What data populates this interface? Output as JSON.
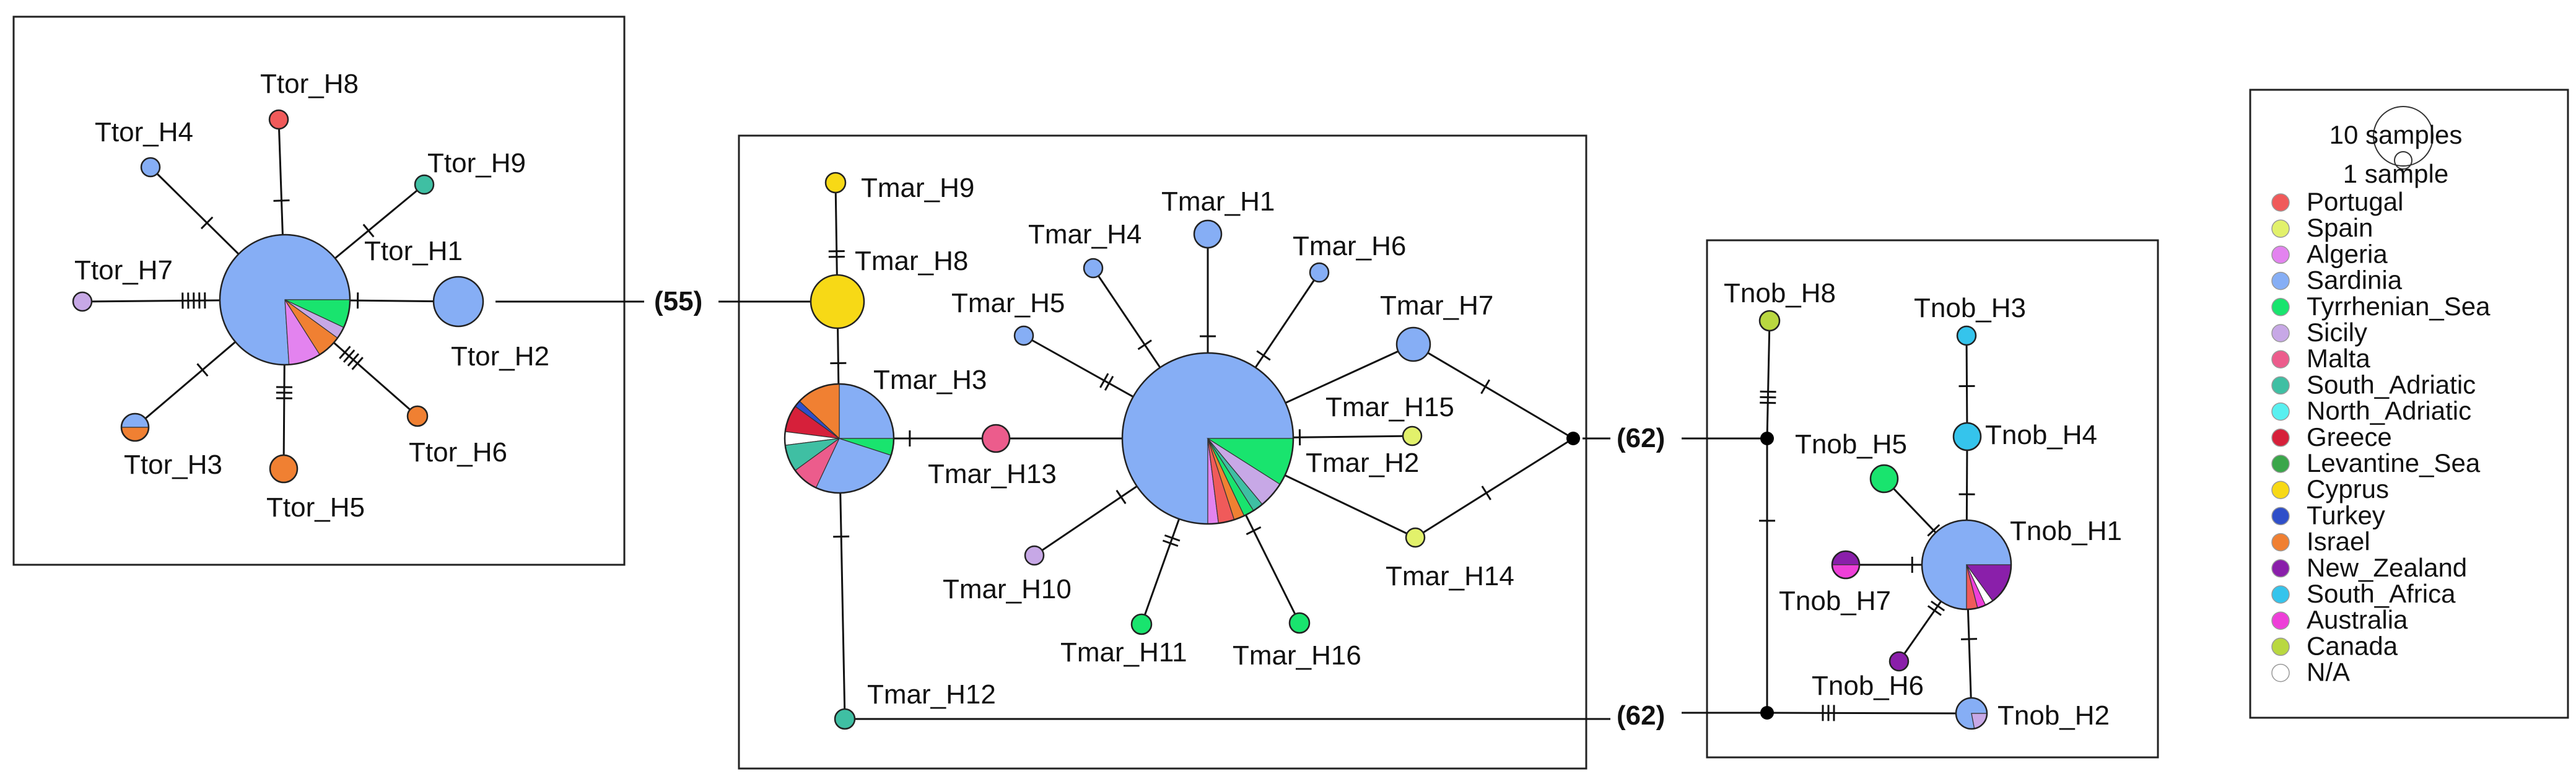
{
  "colors": {
    "Portugal": "#f05a5a",
    "Spain": "#e2f16b",
    "Algeria": "#e383ef",
    "Sardinia": "#86aef5",
    "Tyrrhenian_Sea": "#19e46e",
    "Sicily": "#c7a8e6",
    "Malta": "#ec5c8c",
    "South_Adriatic": "#3fbfa3",
    "North_Adriatic": "#59f0f0",
    "Greece": "#d6203a",
    "Levantine_Sea": "#3aa64a",
    "Cyprus": "#f7d916",
    "Turkey": "#2f4fc9",
    "Israel": "#f08032",
    "New_Zealand": "#8a1faa",
    "South_Africa": "#35c4ec",
    "Australia": "#ee3fd8",
    "Canada": "#b9d840",
    "N/A": "#ffffff"
  },
  "legend": {
    "size_large": "10 samples",
    "size_small": "1 sample",
    "items": [
      "Portugal",
      "Spain",
      "Algeria",
      "Sardinia",
      "Tyrrhenian_Sea",
      "Sicily",
      "Malta",
      "South_Adriatic",
      "North_Adriatic",
      "Greece",
      "Levantine_Sea",
      "Cyprus",
      "Turkey",
      "Israel",
      "New_Zealand",
      "South_Africa",
      "Australia",
      "Canada",
      "N/A"
    ]
  },
  "connectors": [
    "(55)",
    "(62)",
    "(62)"
  ],
  "haplotypes": [
    {
      "label": "Ttor_H1",
      "slices": [
        [
          "Sardinia",
          0.76
        ],
        [
          "Algeria",
          0.08
        ],
        [
          "Israel",
          0.06
        ],
        [
          "Sicily",
          0.03
        ],
        [
          "Tyrrhenian_Sea",
          0.07
        ]
      ]
    },
    {
      "label": "Ttor_H2",
      "slices": [
        [
          "Sardinia",
          1
        ]
      ]
    },
    {
      "label": "Ttor_H3",
      "slices": [
        [
          "Sardinia",
          0.5
        ],
        [
          "Israel",
          0.5
        ]
      ]
    },
    {
      "label": "Ttor_H4",
      "slices": [
        [
          "Sardinia",
          1
        ]
      ]
    },
    {
      "label": "Ttor_H5",
      "slices": [
        [
          "Israel",
          1
        ]
      ]
    },
    {
      "label": "Ttor_H6",
      "slices": [
        [
          "Israel",
          1
        ]
      ]
    },
    {
      "label": "Ttor_H7",
      "slices": [
        [
          "Sicily",
          1
        ]
      ]
    },
    {
      "label": "Ttor_H8",
      "slices": [
        [
          "Portugal",
          1
        ]
      ]
    },
    {
      "label": "Ttor_H9",
      "slices": [
        [
          "South_Adriatic",
          1
        ]
      ]
    },
    {
      "label": "Tmar_H1",
      "slices": [
        [
          "Sardinia",
          1
        ]
      ]
    },
    {
      "label": "Tmar_H2",
      "slices": [
        [
          "Sardinia",
          0.75
        ],
        [
          "Algeria",
          0.02
        ],
        [
          "Portugal",
          0.03
        ],
        [
          "Israel",
          0.02
        ],
        [
          "Tyrrhenian_Sea",
          0.02
        ],
        [
          "South_Adriatic",
          0.02
        ],
        [
          "Sicily",
          0.05
        ],
        [
          "Tyrrhenian_Sea",
          0.09
        ]
      ]
    },
    {
      "label": "Tmar_H3",
      "slices": [
        [
          "Sardinia",
          0.25
        ],
        [
          "Israel",
          0.13
        ],
        [
          "Turkey",
          0.02
        ],
        [
          "Greece",
          0.08
        ],
        [
          "N/A",
          0.04
        ],
        [
          "South_Adriatic",
          0.08
        ],
        [
          "Malta",
          0.08
        ],
        [
          "Sardinia",
          0.27
        ],
        [
          "Tyrrhenian_Sea",
          0.05
        ]
      ]
    },
    {
      "label": "Tmar_H4",
      "slices": [
        [
          "Sardinia",
          1
        ]
      ]
    },
    {
      "label": "Tmar_H5",
      "slices": [
        [
          "Sardinia",
          1
        ]
      ]
    },
    {
      "label": "Tmar_H6",
      "slices": [
        [
          "Sardinia",
          1
        ]
      ]
    },
    {
      "label": "Tmar_H7",
      "slices": [
        [
          "Sardinia",
          1
        ]
      ]
    },
    {
      "label": "Tmar_H8",
      "slices": [
        [
          "Cyprus",
          1
        ]
      ]
    },
    {
      "label": "Tmar_H9",
      "slices": [
        [
          "Cyprus",
          1
        ]
      ]
    },
    {
      "label": "Tmar_H10",
      "slices": [
        [
          "Sicily",
          1
        ]
      ]
    },
    {
      "label": "Tmar_H11",
      "slices": [
        [
          "Tyrrhenian_Sea",
          1
        ]
      ]
    },
    {
      "label": "Tmar_H12",
      "slices": [
        [
          "South_Adriatic",
          1
        ]
      ]
    },
    {
      "label": "Tmar_H13",
      "slices": [
        [
          "Malta",
          1
        ]
      ]
    },
    {
      "label": "Tmar_H14",
      "slices": [
        [
          "Spain",
          1
        ]
      ]
    },
    {
      "label": "Tmar_H15",
      "slices": [
        [
          "Spain",
          1
        ]
      ]
    },
    {
      "label": "Tmar_H16",
      "slices": [
        [
          "Tyrrhenian_Sea",
          1
        ]
      ]
    },
    {
      "label": "Tnob_H1",
      "slices": [
        [
          "Sardinia",
          0.75
        ],
        [
          "Portugal",
          0.04
        ],
        [
          "Australia",
          0.03
        ],
        [
          "N/A",
          0.03
        ],
        [
          "New_Zealand",
          0.15
        ]
      ]
    },
    {
      "label": "Tnob_H2",
      "slices": [
        [
          "Sardinia",
          0.78
        ],
        [
          "Sicily",
          0.22
        ]
      ]
    },
    {
      "label": "Tnob_H3",
      "slices": [
        [
          "South_Africa",
          1
        ]
      ]
    },
    {
      "label": "Tnob_H4",
      "slices": [
        [
          "South_Africa",
          1
        ]
      ]
    },
    {
      "label": "Tnob_H5",
      "slices": [
        [
          "Tyrrhenian_Sea",
          1
        ]
      ]
    },
    {
      "label": "Tnob_H6",
      "slices": [
        [
          "New_Zealand",
          1
        ]
      ]
    },
    {
      "label": "Tnob_H7",
      "slices": [
        [
          "New_Zealand",
          0.5
        ],
        [
          "Australia",
          0.5
        ]
      ]
    },
    {
      "label": "Tnob_H8",
      "slices": [
        [
          "Canada",
          1
        ]
      ]
    }
  ]
}
